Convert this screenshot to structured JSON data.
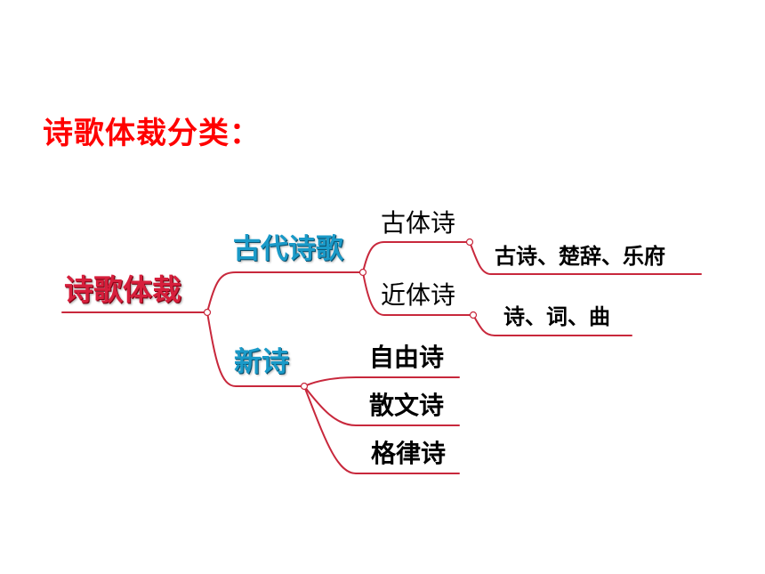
{
  "heading": "诗歌体裁分类：",
  "tree": {
    "root": "诗歌体裁",
    "ancient": {
      "label": "古代诗歌",
      "gu_ti": {
        "label": "古体诗",
        "detail": "古诗、楚辞、乐府"
      },
      "jin_ti": {
        "label": "近体诗",
        "detail": "诗、词、曲"
      }
    },
    "modern": {
      "label": "新诗",
      "children": [
        "自由诗",
        "散文诗",
        "格律诗"
      ]
    }
  },
  "colors": {
    "heading": "#ff0000",
    "branch_line": "#c8283c",
    "root_text": "#d61f3c",
    "category_text": "#1a9ac8",
    "node_text": "#000000"
  }
}
